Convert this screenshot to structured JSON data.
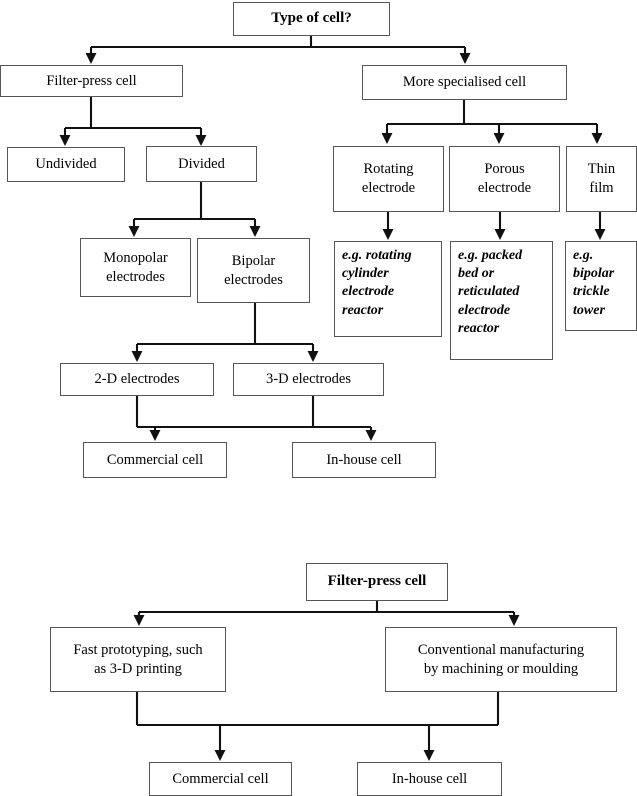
{
  "diagram": {
    "title_top": "Type of cell?",
    "title_bottom": "Filter-press cell",
    "chart1": {
      "root": "Type of cell?",
      "nodes": {
        "filter_press_cell": "Filter-press cell",
        "more_specialised_cell": "More specialised cell",
        "undivided": "Undivided",
        "divided": "Divided",
        "rotating_electrode": "Rotating\nelectrode",
        "porous_electrode": "Porous\nelectrode",
        "thin_film": "Thin\nfilm",
        "monopolar_electrodes": "Monopolar\nelectrodes",
        "bipolar_electrodes": "Bipolar\nelectrodes",
        "eg_rotating": "e.g. rotating\ncylinder\nelectrode\nreactor",
        "eg_packed": "e.g. packed\nbed or\nreticulated\nelectrode\nreactor",
        "eg_bipolar": "e.g.\nbipolar\ntrickle\ntower",
        "two_d_electrodes": "2-D electrodes",
        "three_d_electrodes": "3-D electrodes",
        "commercial_cell": "Commercial cell",
        "in_house_cell": "In-house cell"
      }
    },
    "chart2": {
      "root": "Filter-press cell",
      "nodes": {
        "fast_prototyping": "Fast prototyping, such\nas 3-D printing",
        "conventional_manufacturing": "Conventional manufacturing\nby machining or moulding",
        "commercial_cell": "Commercial cell",
        "in_house_cell": "In-house cell"
      }
    },
    "colors": {
      "line": "#111111",
      "box_border": "#555555",
      "background": "#ffffff",
      "text": "#000000"
    }
  }
}
